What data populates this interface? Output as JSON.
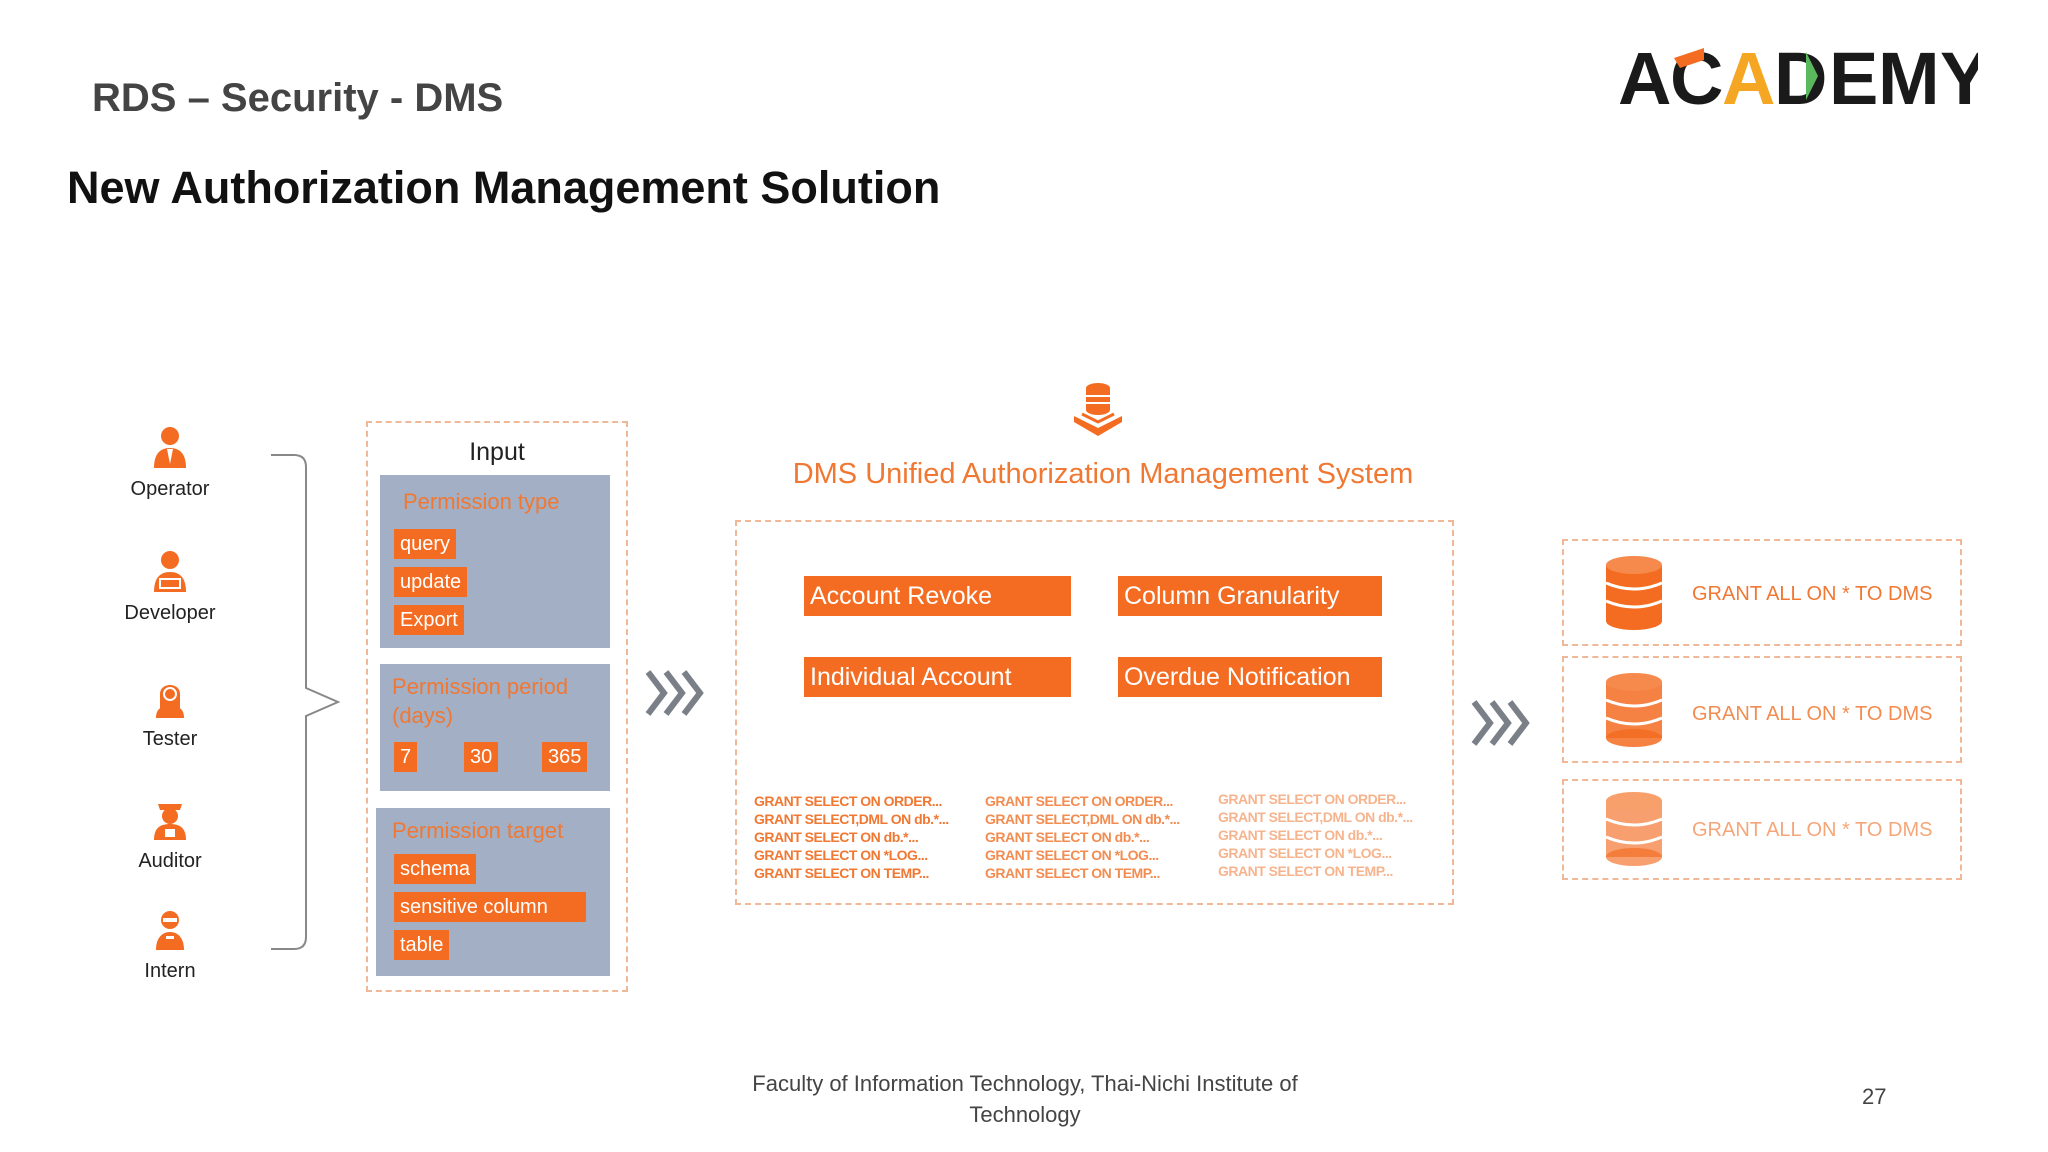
{
  "header": {
    "title": "RDS – Security - DMS",
    "subtitle": "New Authorization Management Solution",
    "logo": {
      "text": "ACADEMY",
      "colors": [
        "#1a1a1a",
        "#f36c21",
        "#f5a623",
        "#5cb85c"
      ]
    }
  },
  "roles": [
    {
      "label": "Operator",
      "icon": "operator-icon"
    },
    {
      "label": "Developer",
      "icon": "developer-icon"
    },
    {
      "label": "Tester",
      "icon": "tester-icon"
    },
    {
      "label": "Auditor",
      "icon": "auditor-icon"
    },
    {
      "label": "Intern",
      "icon": "intern-icon"
    }
  ],
  "input": {
    "heading": "Input",
    "permission_type": {
      "title": "Permission type",
      "options": [
        "query",
        "update",
        "Export"
      ]
    },
    "permission_period": {
      "title_line1": "Permission period",
      "title_line2": "(days)",
      "options": [
        "7",
        "30",
        "365"
      ]
    },
    "permission_target": {
      "title": "Permission target",
      "options": [
        "schema",
        "sensitive column",
        "table"
      ]
    }
  },
  "system": {
    "title": "DMS Unified Authorization Management System",
    "features": [
      "Account Revoke",
      "Column Granularity",
      "Individual Account",
      "Overdue Notification"
    ],
    "grant_columns": [
      [
        "GRANT SELECT ON ORDER...",
        "GRANT SELECT,DML ON db.*...",
        "GRANT SELECT ON db.*...",
        "GRANT SELECT ON *LOG...",
        "GRANT SELECT ON TEMP..."
      ],
      [
        "GRANT SELECT ON ORDER...",
        "GRANT SELECT,DML ON db.*...",
        "GRANT SELECT ON db.*...",
        "GRANT SELECT ON *LOG...",
        "GRANT SELECT ON TEMP..."
      ],
      [
        "GRANT SELECT ON ORDER...",
        "GRANT SELECT,DML ON db.*...",
        "GRANT SELECT ON db.*...",
        "GRANT SELECT ON *LOG...",
        "GRANT SELECT ON TEMP..."
      ]
    ]
  },
  "outputs": [
    {
      "label": "GRANT ALL ON * TO  DMS",
      "icon": "database-icon"
    },
    {
      "label": "GRANT ALL ON * TO DMS",
      "icon": "database-icon"
    },
    {
      "label": "GRANT ALL ON * TO DMS",
      "icon": "database-icon"
    }
  ],
  "footer": {
    "line1": "Faculty of Information Technology, Thai-Nichi Institute of",
    "line2": "Technology",
    "page_number": "27"
  },
  "colors": {
    "accent": "#f36c21",
    "panel_gray": "#a3afc4",
    "dash": "#f0b897"
  }
}
